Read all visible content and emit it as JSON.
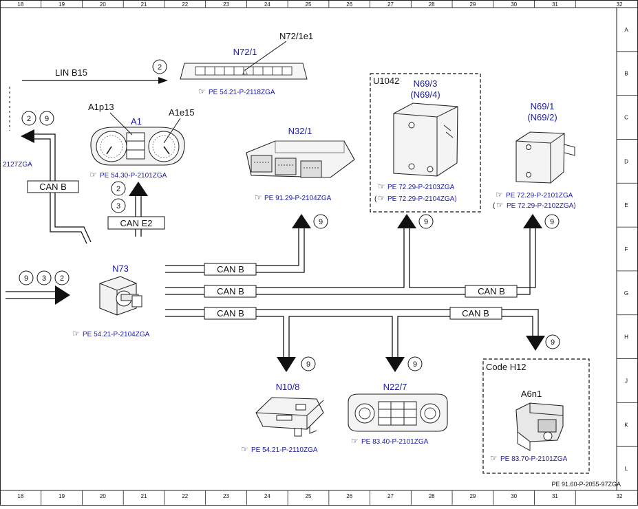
{
  "grid": {
    "columns": [
      "18",
      "19",
      "20",
      "21",
      "22",
      "23",
      "24",
      "25",
      "26",
      "27",
      "28",
      "29",
      "30",
      "31",
      "32"
    ],
    "rows": [
      "A",
      "B",
      "C",
      "D",
      "E",
      "F",
      "G",
      "H",
      "J",
      "K",
      "L"
    ]
  },
  "footer_ref": "PE 91.60-P-2055-97ZGA",
  "signals": {
    "lin": "LIN B15",
    "can_b": "CAN B",
    "can_e2": "CAN E2"
  },
  "circles": {
    "two": "2",
    "three": "3",
    "nine": "9"
  },
  "components": {
    "n72_1": {
      "id": "N72/1",
      "sub": "N72/1e1",
      "ref": "PE 54.21-P-2118ZGA"
    },
    "a1": {
      "id": "A1",
      "left_label": "A1p13",
      "right_label": "A1e15",
      "ref": "PE 54.30-P-2101ZGA"
    },
    "left_ref": {
      "ref": "2127ZGA"
    },
    "n32_1": {
      "id": "N32/1",
      "ref": "PE 91.29-P-2104ZGA"
    },
    "u1042": {
      "box_label": "U1042",
      "id": "N69/3",
      "alt_id": "(N69/4)",
      "ref": "PE 72.29-P-2103ZGA",
      "alt_ref": "PE 72.29-P-2104ZGA)",
      "alt_open": "("
    },
    "n69_1": {
      "id": "N69/1",
      "alt_id": "(N69/2)",
      "ref": "PE 72.29-P-2101ZGA",
      "alt_ref": "PE 72.29-P-2102ZGA)",
      "alt_open": "("
    },
    "n73": {
      "id": "N73",
      "ref": "PE 54.21-P-2104ZGA"
    },
    "n10_8": {
      "id": "N10/8",
      "ref": "PE 54.21-P-2110ZGA"
    },
    "n22_7": {
      "id": "N22/7",
      "ref": "PE 83.40-P-2101ZGA"
    },
    "h12": {
      "box_label": "Code H12",
      "id": "A6n1",
      "ref": "PE 83.70-P-2101ZGA"
    }
  },
  "icon_glyph": "☞",
  "warning_glyph": "△"
}
